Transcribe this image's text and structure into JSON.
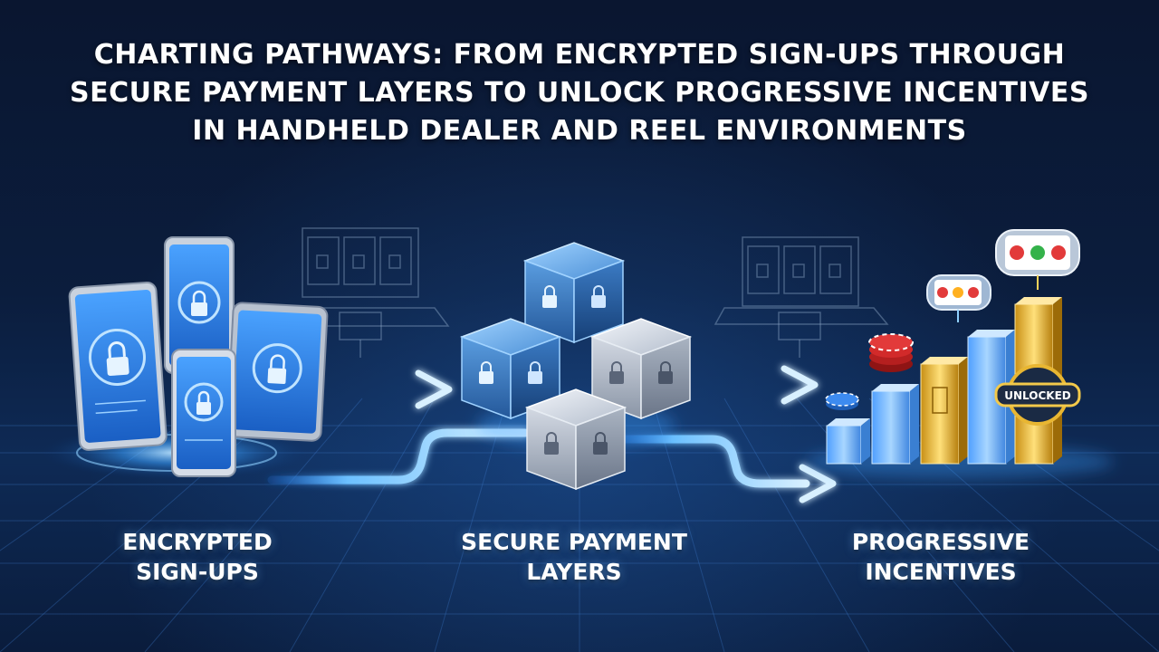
{
  "title": {
    "line1": "CHARTING PATHWAYS: FROM ENCRYPTED SIGN-UPS THROUGH",
    "line2": "SECURE PAYMENT LAYERS TO UNLOCK PROGRESSIVE INCENTIVES",
    "line3": "IN HANDHELD DEALER AND REEL ENVIRONMENTS"
  },
  "stages": [
    {
      "line1": "ENCRYPTED",
      "line2": "SIGN-UPS",
      "icon": "lock-devices-icon"
    },
    {
      "line1": "SECURE PAYMENT",
      "line2": "LAYERS",
      "icon": "encrypted-cube-icon"
    },
    {
      "line1": "PROGRESSIVE",
      "line2": "INCENTIVES",
      "icon": "reward-bars-icon"
    }
  ],
  "badge": {
    "text": "UNLOCKED"
  },
  "colors": {
    "background": "#0b1d3d",
    "accent": "#3aa0ff",
    "glow": "#8fd0ff",
    "gold": "#e8b632",
    "chip_red": "#d22a2a"
  }
}
